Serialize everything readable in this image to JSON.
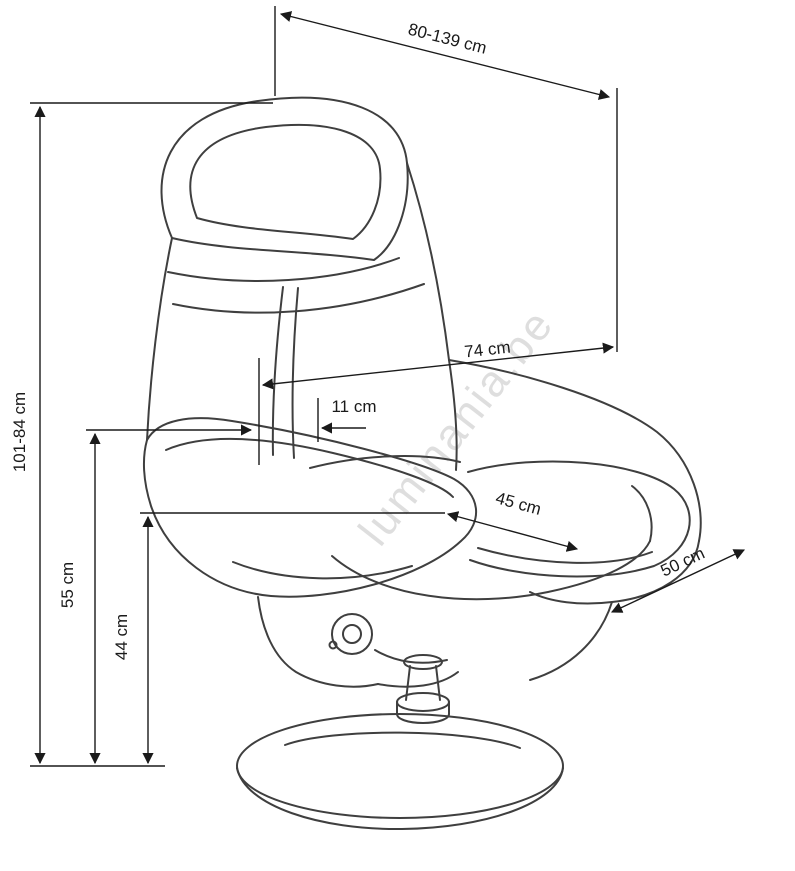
{
  "page": {
    "background": "#ffffff",
    "line_color": "#3f3f3f",
    "dimension_color": "#1a1a1a"
  },
  "watermark": {
    "text": "luminania.be",
    "color": "#c9c9c9"
  },
  "dimensions": {
    "overall_depth": "80-139 cm",
    "overall_height": "101-84 cm",
    "armrest_height": "55 cm",
    "seat_height": "44 cm",
    "back_width": "74 cm",
    "armrest_width": "11 cm",
    "seat_width": "45 cm",
    "seat_depth": "50 cm"
  }
}
